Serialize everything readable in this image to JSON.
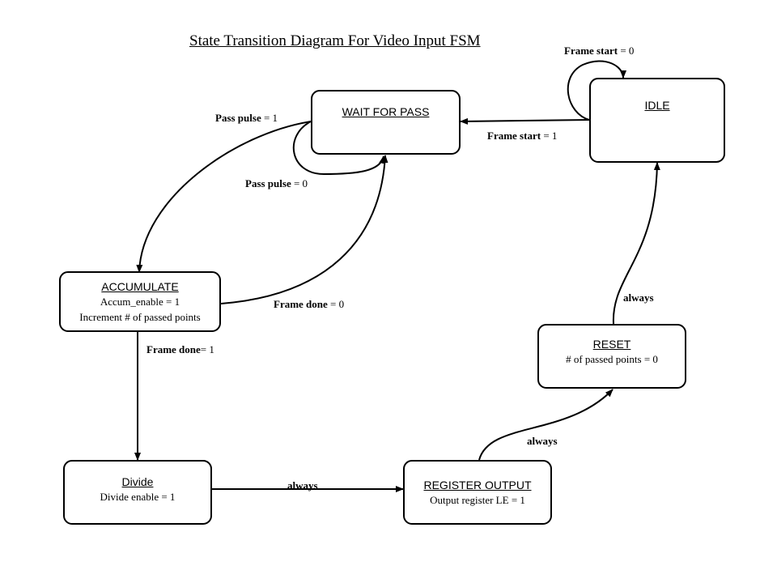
{
  "title": "State Transition Diagram  For Video Input FSM",
  "states": {
    "wait_for_pass": {
      "name": "WAIT FOR PASS"
    },
    "idle": {
      "name": "IDLE"
    },
    "accumulate": {
      "name": "ACCUMULATE",
      "line1": "Accum_enable = 1",
      "line2": "Increment # of passed points"
    },
    "reset": {
      "name": "RESET",
      "line1": "# of passed points = 0"
    },
    "divide": {
      "name": "Divide",
      "line1": "Divide enable = 1"
    },
    "register_output": {
      "name": "REGISTER OUTPUT",
      "line1": "Output register LE = 1"
    }
  },
  "transitions": {
    "idle_self": {
      "signal": "Frame start",
      "value": " = 0"
    },
    "idle_to_wait": {
      "signal": "Frame start",
      "value": " = 1"
    },
    "wait_to_accumulate": {
      "signal": "Pass pulse",
      "value": " = 1"
    },
    "wait_self": {
      "signal": "Pass pulse",
      "value": " = 0"
    },
    "accumulate_to_wait": {
      "signal": "Frame done",
      "value": " = 0"
    },
    "accumulate_to_divide": {
      "signal": "Frame done",
      "value": "= 1"
    },
    "divide_to_register": {
      "signal": "always",
      "value": ""
    },
    "register_to_reset": {
      "signal": "always",
      "value": ""
    },
    "reset_to_idle": {
      "signal": "always",
      "value": ""
    }
  }
}
